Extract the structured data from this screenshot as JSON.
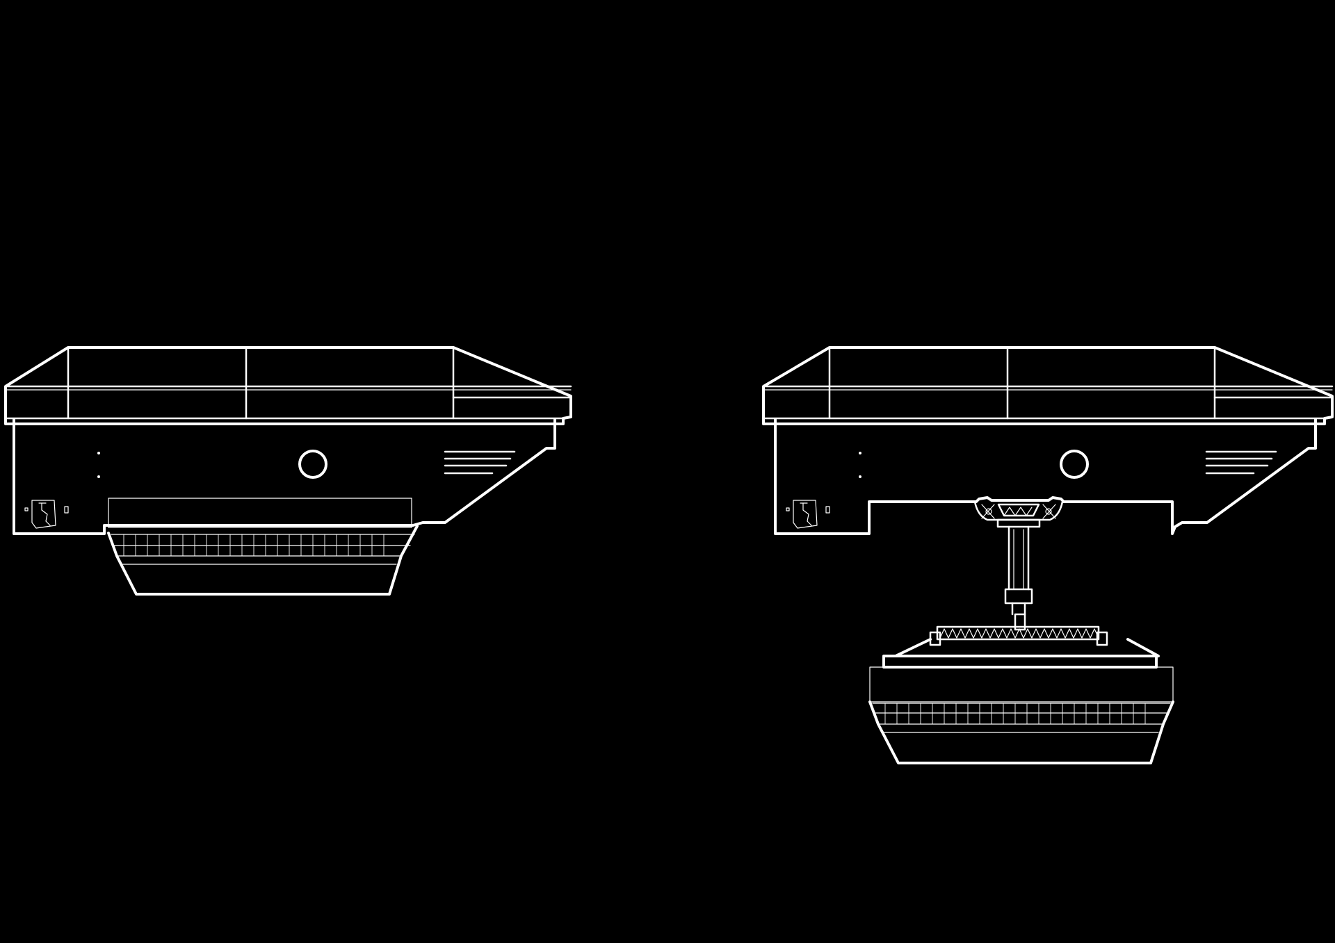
{
  "colors": {
    "background": "#000000",
    "line": "#ffffff"
  },
  "figures": [
    {
      "id": "docked",
      "state": "unit retracted into housing"
    },
    {
      "id": "lowered",
      "state": "unit lowered on telescopic mast"
    }
  ]
}
